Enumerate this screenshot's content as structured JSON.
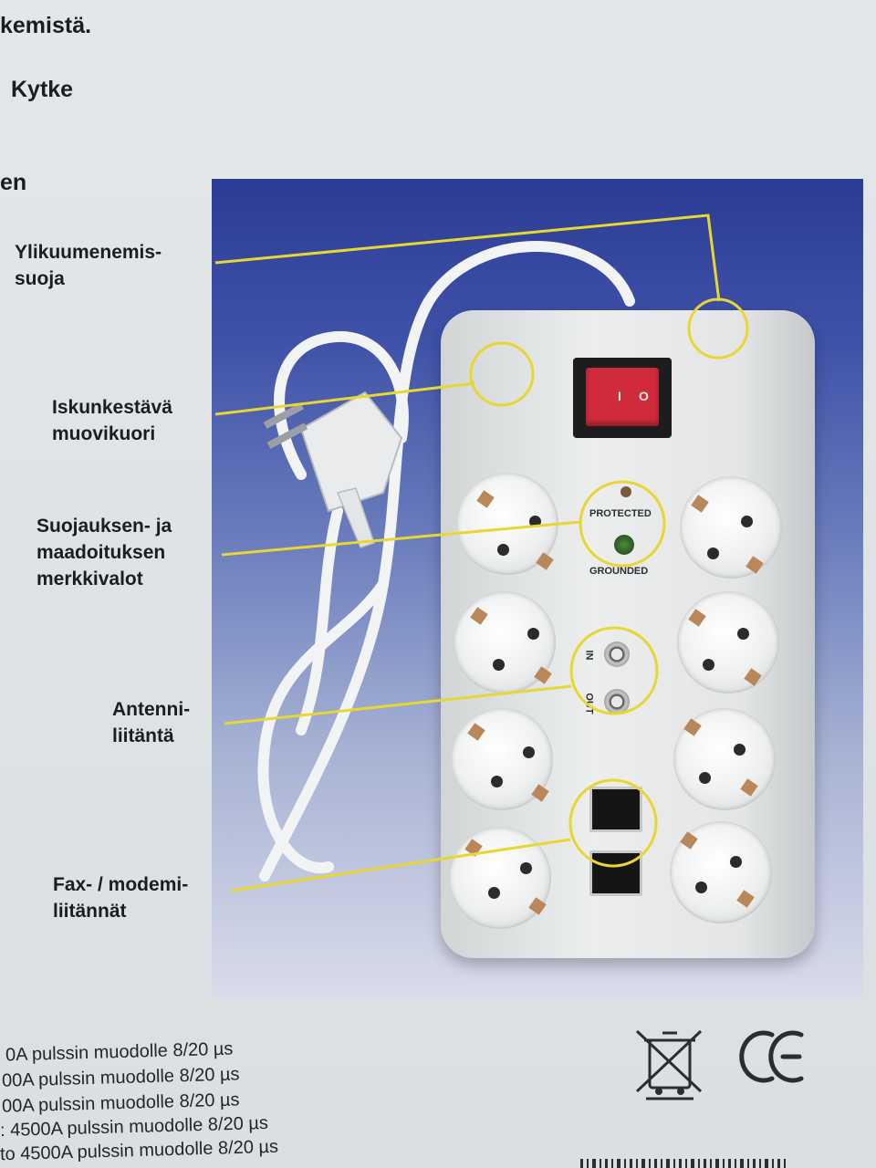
{
  "top": {
    "line1": "kemistä.",
    "line2": "Kytke",
    "line3": "en"
  },
  "labels": {
    "overheat": [
      "Ylikuumenemis-",
      "suoja"
    ],
    "casing": [
      "Iskunkestävä",
      "muovikuori"
    ],
    "leds": [
      "Suojauksen- ja",
      "maadoituksen",
      "merkkivalot"
    ],
    "antenna": [
      "Antenni-",
      "liitäntä"
    ],
    "fax": [
      "Fax- / modemi-",
      "liitännät"
    ]
  },
  "device": {
    "protected": "PROTECTED",
    "grounded": "GROUNDED",
    "in": "IN",
    "out": "OUT",
    "switch_off": "O",
    "switch_on": "I"
  },
  "specs": [
    "0A pulssin muodolle 8/20 µs",
    "00A pulssin muodolle 8/20 µs",
    "00A pulssin muodolle 8/20 µs",
    ": 4500A pulssin muodolle 8/20 µs",
    "to 4500A pulssin muodolle 8/20 µs"
  ],
  "icons": {
    "weee": "crossed-out-bin-icon",
    "ce": "ce-mark-icon"
  },
  "colors": {
    "callout": "#e8d632",
    "switch": "#d02b3a",
    "background": "#dfe3e6"
  }
}
